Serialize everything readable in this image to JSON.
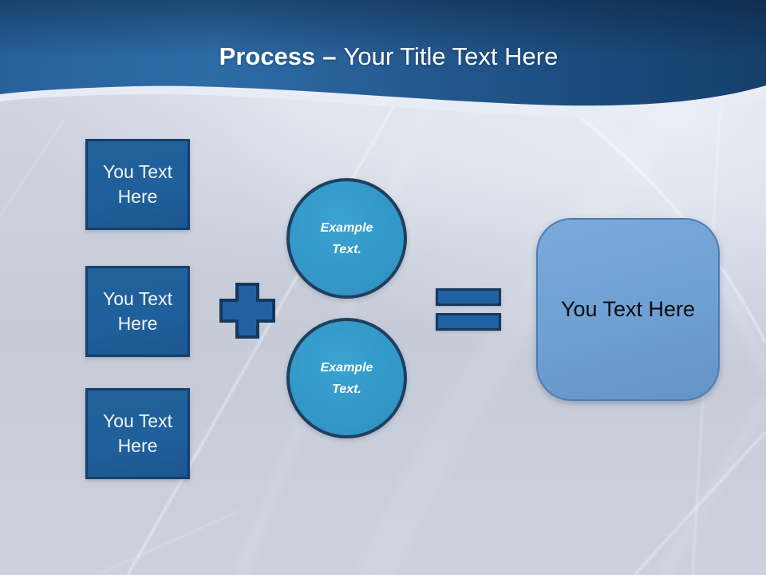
{
  "slide": {
    "title": {
      "bold": "Process",
      "dash": "–",
      "rest": "Your Title Text Here"
    },
    "input_boxes": [
      {
        "label": "You Text Here"
      },
      {
        "label": "You Text Here"
      },
      {
        "label": "You Text Here"
      }
    ],
    "example_circles": [
      {
        "label": "Example Text."
      },
      {
        "label": "Example Text."
      }
    ],
    "operators": {
      "plus_icon": "plus-sign",
      "equals_icon": "equals-sign"
    },
    "result_box": {
      "label": "You Text Here"
    },
    "colors": {
      "header_gradient_start": "#2e6ca7",
      "header_gradient_end": "#153f6b",
      "title_text": "#ffffff",
      "input_box_fill": "#1f5f9b",
      "input_box_border": "#163f6a",
      "circle_fill": "#3398c8",
      "circle_border": "#1e3f5e",
      "operator_fill": "#2161a1",
      "operator_border": "#14395f",
      "result_fill": "#6fa0d3",
      "result_border": "#4c7db3",
      "background": "#c6cbd8"
    }
  }
}
